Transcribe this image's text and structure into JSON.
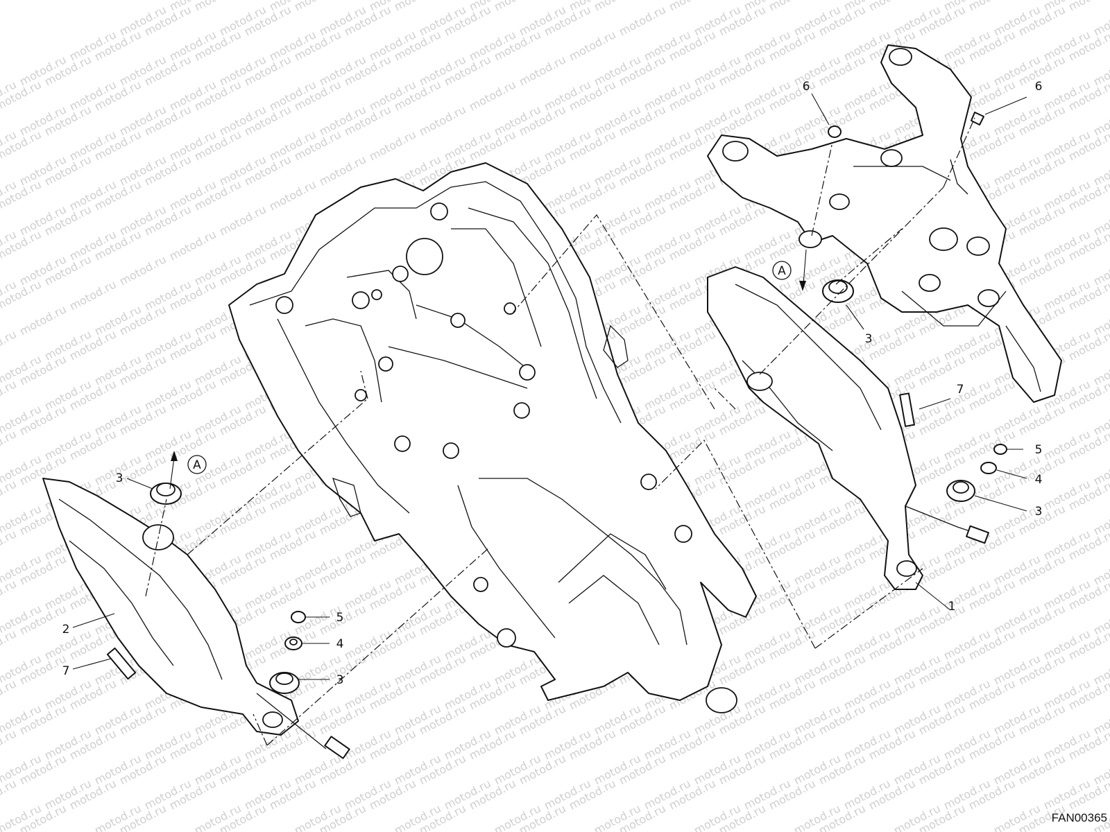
{
  "watermark": {
    "text": "motod.ru"
  },
  "figure_code": "FAN00365",
  "callouts": {
    "left": [
      {
        "id": "l3a",
        "text": "3"
      },
      {
        "id": "l2",
        "text": "2"
      },
      {
        "id": "l7",
        "text": "7"
      },
      {
        "id": "l5",
        "text": "5"
      },
      {
        "id": "l4",
        "text": "4"
      },
      {
        "id": "l3b",
        "text": "3"
      }
    ],
    "right": [
      {
        "id": "r6a",
        "text": "6"
      },
      {
        "id": "r6b",
        "text": "6"
      },
      {
        "id": "r3a",
        "text": "3"
      },
      {
        "id": "r7",
        "text": "7"
      },
      {
        "id": "r5",
        "text": "5"
      },
      {
        "id": "r4",
        "text": "4"
      },
      {
        "id": "r3b",
        "text": "3"
      },
      {
        "id": "r1",
        "text": "1"
      }
    ]
  },
  "view_markers": [
    {
      "id": "left",
      "text": "A"
    },
    {
      "id": "right",
      "text": "A"
    }
  ]
}
